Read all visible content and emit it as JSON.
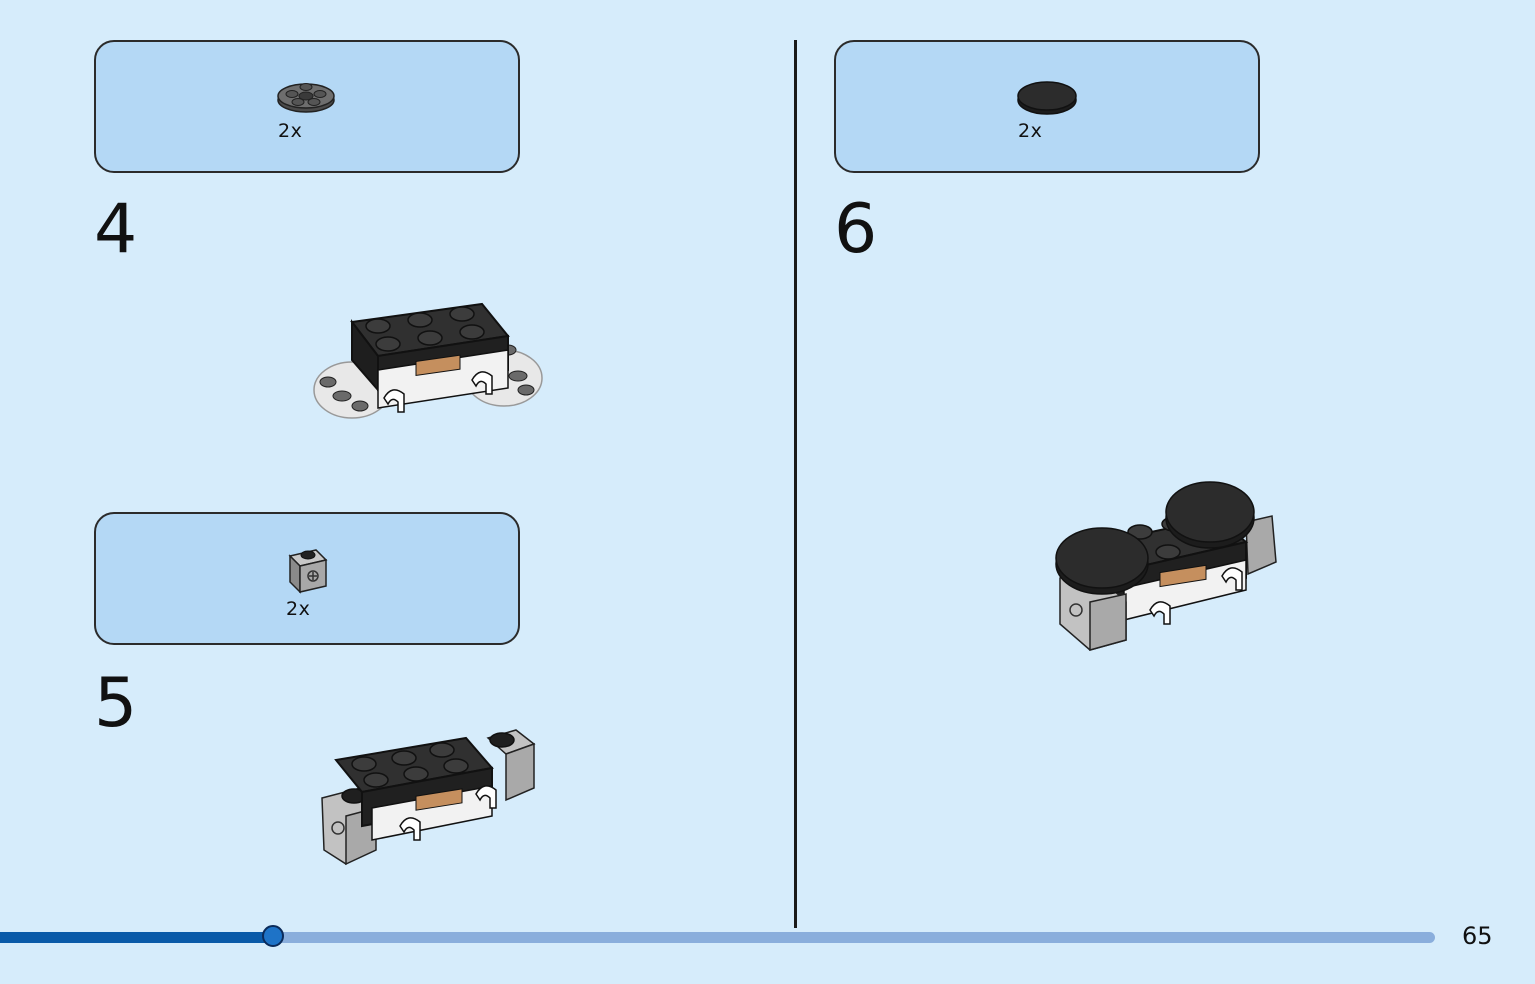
{
  "steps": [
    {
      "number": "4",
      "parts": [
        {
          "quantity": "2x",
          "icon": "round-plate-icon"
        }
      ]
    },
    {
      "number": "5",
      "parts": [
        {
          "quantity": "2x",
          "icon": "technic-brick-icon"
        }
      ]
    },
    {
      "number": "6",
      "parts": [
        {
          "quantity": "2x",
          "icon": "round-tile-icon"
        }
      ]
    }
  ],
  "progress": {
    "fraction": 0.19
  },
  "page": {
    "number": "65"
  },
  "colors": {
    "background": "#d6ecfb",
    "parts_box": "#b4d8f5",
    "progress_fill": "#0a5aa8",
    "progress_track": "#8aaedc"
  }
}
